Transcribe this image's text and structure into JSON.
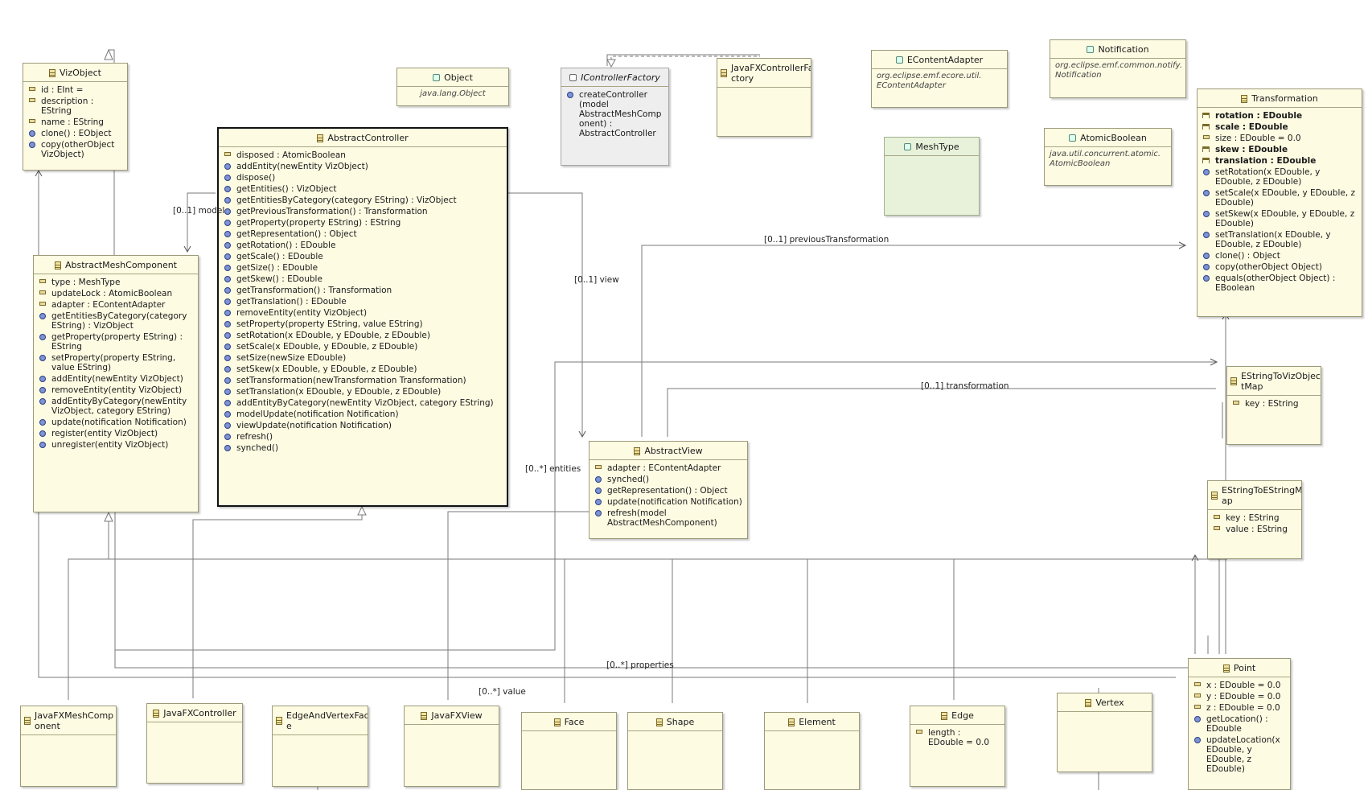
{
  "classes": {
    "vizobject": {
      "name": "VizObject",
      "attrs": [
        "id : EInt =",
        "description : EString",
        "name : EString"
      ],
      "ops": [
        "clone() : EObject",
        "copy(otherObject VizObject)"
      ]
    },
    "object": {
      "name": "Object",
      "sub": "java.lang.Object"
    },
    "icontrollerfactory": {
      "name": "IControllerFactory",
      "ops": [
        "createController (model AbstractMeshComp onent) : AbstractController"
      ]
    },
    "javafxcontrollerfactory": {
      "name": "JavaFXControllerFa ctory"
    },
    "econtentadapter": {
      "name": "EContentAdapter",
      "sub": "org.eclipse.emf.ecore.util. EContentAdapter"
    },
    "notification": {
      "name": "Notification",
      "sub": "org.eclipse.emf.common.notify. Notification"
    },
    "meshtype": {
      "name": "MeshType"
    },
    "atomicboolean": {
      "name": "AtomicBoolean",
      "sub": "java.util.concurrent.atomic. AtomicBoolean"
    },
    "transformation": {
      "name": "Transformation",
      "attrs": [
        {
          "text": "rotation : EDouble",
          "bold": true
        },
        {
          "text": "scale : EDouble",
          "bold": true
        },
        {
          "text": "size : EDouble = 0.0",
          "bold": false
        },
        {
          "text": "skew : EDouble",
          "bold": true
        },
        {
          "text": "translation : EDouble",
          "bold": true
        }
      ],
      "ops": [
        "setRotation(x EDouble, y EDouble, z EDouble)",
        "setScale(x EDouble, y EDouble, z EDouble)",
        "setSkew(x EDouble, y EDouble, z EDouble)",
        "setTranslation(x EDouble, y EDouble, z EDouble)",
        "clone() : Object",
        "copy(otherObject Object)",
        "equals(otherObject Object) : EBoolean"
      ]
    },
    "abstractcontroller": {
      "name": "AbstractController",
      "attrs": [
        "disposed : AtomicBoolean"
      ],
      "ops": [
        "addEntity(newEntity VizObject)",
        "dispose()",
        "getEntities() : VizObject",
        "getEntitiesByCategory(category EString) : VizObject",
        "getPreviousTransformation() : Transformation",
        "getProperty(property EString) : EString",
        "getRepresentation() : Object",
        "getRotation() : EDouble",
        "getScale() : EDouble",
        "getSize() : EDouble",
        "getSkew() : EDouble",
        "getTransformation() : Transformation",
        "getTranslation() : EDouble",
        "removeEntity(entity VizObject)",
        "setProperty(property EString, value EString)",
        "setRotation(x EDouble, y EDouble, z EDouble)",
        "setScale(x EDouble, y EDouble, z EDouble)",
        "setSize(newSize EDouble)",
        "setSkew(x EDouble, y EDouble, z EDouble)",
        "setTransformation(newTransformation Transformation)",
        "setTranslation(x EDouble, y EDouble, z EDouble)",
        "addEntityByCategory(newEntity VizObject, category EString)",
        "modelUpdate(notification Notification)",
        "viewUpdate(notification Notification)",
        "refresh()",
        "synched()"
      ]
    },
    "abstractmeshcomponent": {
      "name": "AbstractMeshComponent",
      "attrs": [
        "type : MeshType",
        "updateLock : AtomicBoolean",
        "adapter : EContentAdapter"
      ],
      "ops": [
        "getEntitiesByCategory(category EString) : VizObject",
        "getProperty(property EString) : EString",
        "setProperty(property EString, value EString)",
        "addEntity(newEntity VizObject)",
        "removeEntity(entity VizObject)",
        "addEntityByCategory(newEntity VizObject, category EString)",
        "update(notification Notification)",
        "register(entity VizObject)",
        "unregister(entity VizObject)"
      ]
    },
    "abstractview": {
      "name": "AbstractView",
      "attrs": [
        "adapter : EContentAdapter"
      ],
      "ops": [
        "synched()",
        "getRepresentation() : Object",
        "update(notification Notification)",
        "refresh(model AbstractMeshComponent)"
      ]
    },
    "estringtovizobjectmap": {
      "name": "EStringToVizObjec tMap",
      "attrs": [
        "key : EString"
      ]
    },
    "estringtoestringmap": {
      "name": "EStringToEStringM ap",
      "attrs": [
        "key : EString",
        "value : EString"
      ]
    },
    "point": {
      "name": "Point",
      "attrs": [
        "x : EDouble = 0.0",
        "y : EDouble = 0.0",
        "z : EDouble = 0.0"
      ],
      "ops": [
        "getLocation() : EDouble",
        "updateLocation(x EDouble, y EDouble, z EDouble)"
      ]
    },
    "javafxmeshcomponent": {
      "name": "JavaFXMeshComp onent"
    },
    "javafxcontroller": {
      "name": "JavaFXController"
    },
    "edgeandvertexfactory": {
      "name": "EdgeAndVertexFac e"
    },
    "javafxview": {
      "name": "JavaFXView"
    },
    "face": {
      "name": "Face"
    },
    "shape": {
      "name": "Shape"
    },
    "element": {
      "name": "Element"
    },
    "edge": {
      "name": "Edge",
      "attrs": [
        "length : EDouble = 0.0"
      ]
    },
    "vertex": {
      "name": "Vertex"
    }
  },
  "labels": {
    "model": "[0..1] model",
    "view": "[0..1] view",
    "previous_transformation": "[0..1] previousTransformation",
    "transformation": "[0..1] transformation",
    "entities": "[0..*] entities",
    "properties": "[0..*] properties",
    "value": "[0..*] value"
  }
}
